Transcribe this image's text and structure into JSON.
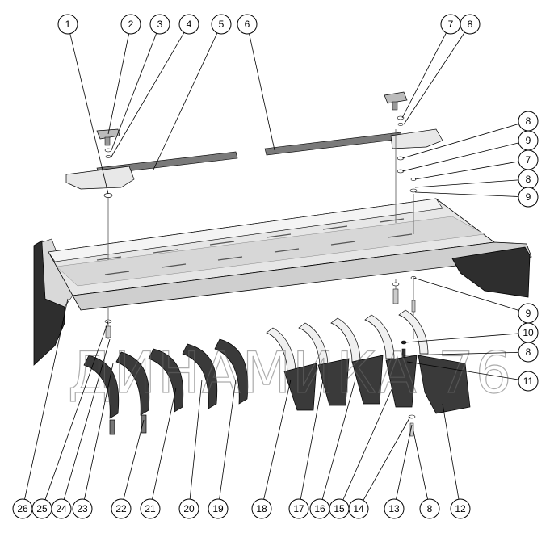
{
  "watermark": {
    "text": "ДИНАМИКА 76",
    "color": "#6a6a6a"
  },
  "colors": {
    "metal_light": "#e4e4e4",
    "metal_mid": "#bdbdbd",
    "metal_dark": "#8c8c8c",
    "blade_dark": "#3a3a3a",
    "outline": "#000000"
  },
  "callouts": [
    {
      "label": "1"
    },
    {
      "label": "2"
    },
    {
      "label": "3"
    },
    {
      "label": "4"
    },
    {
      "label": "5"
    },
    {
      "label": "6"
    },
    {
      "label": "7"
    },
    {
      "label": "8"
    },
    {
      "label": "8"
    },
    {
      "label": "9"
    },
    {
      "label": "7"
    },
    {
      "label": "8"
    },
    {
      "label": "9"
    },
    {
      "label": "9"
    },
    {
      "label": "10"
    },
    {
      "label": "8"
    },
    {
      "label": "11"
    },
    {
      "label": "26"
    },
    {
      "label": "25"
    },
    {
      "label": "24"
    },
    {
      "label": "23"
    },
    {
      "label": "22"
    },
    {
      "label": "21"
    },
    {
      "label": "20"
    },
    {
      "label": "19"
    },
    {
      "label": "18"
    },
    {
      "label": "17"
    },
    {
      "label": "16"
    },
    {
      "label": "15"
    },
    {
      "label": "14"
    },
    {
      "label": "13"
    },
    {
      "label": "8"
    },
    {
      "label": "12"
    }
  ]
}
